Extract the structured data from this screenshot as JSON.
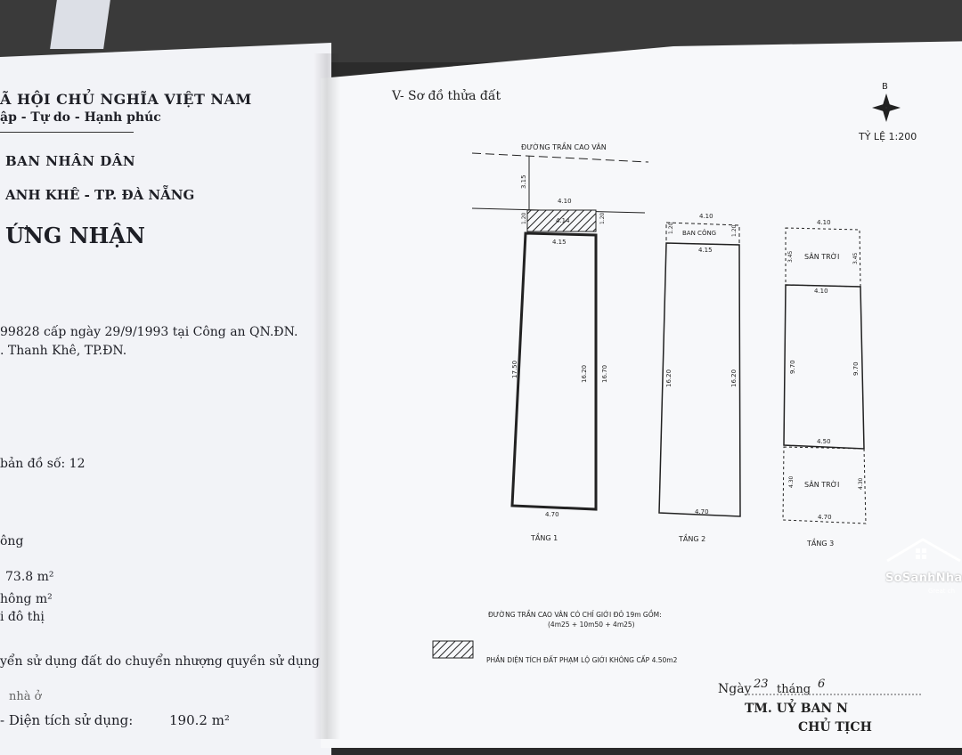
{
  "left_page": {
    "header_line1": "ã hội chủ nghĩa việt nam",
    "header_line2": "ập - Tự do - Hạnh phúc",
    "committee": "BAN NHÂN DÂN",
    "district": "ANH KHÊ - TP. ĐÀ NẴNG",
    "certificate": "ỨNG NHẬN",
    "id_line": "99828 cấp ngày 29/9/1993 tại Công an QN.ĐN.",
    "address_line": ". Thanh Khê, TP.ĐN.",
    "map_sheet": "bản đồ số:  12",
    "ong": "ông",
    "area_value": "73.8 m²",
    "khong": "hông  m²",
    "urban": "i đô thị",
    "transfer": "yển sử dụng đất do chuyển nhượng quyền sử dụng đất.",
    "line_nha": "nhà ở",
    "usable_label": "- Diện tích sử dụng:",
    "usable_value": "190.2   m²"
  },
  "plan": {
    "title": "V- Sơ đồ thửa đất",
    "north": "B",
    "scale": "TỶ LỆ 1:200",
    "street": "ĐƯỜNG TRẦN CAO VÂN",
    "balcony": "BAN CÔNG",
    "terrace": "SÂN TRỜI",
    "floors": [
      "TẦNG 1",
      "TẦNG 2",
      "TẦNG 3"
    ],
    "dims": {
      "d315": "3.15",
      "d410": "4.10",
      "d414": "4.14",
      "d415": "4.15",
      "d120": "1.20",
      "d1750": "17.50",
      "d1620": "16.20",
      "d1670": "16.70",
      "d470": "4.70",
      "d345": "3.45",
      "d970": "9.70",
      "d450": "4.50",
      "d430": "4.30"
    },
    "note_line1": "ĐƯỜNG TRẦN CAO VÂN CÓ CHỈ GIỚI ĐỎ 19m GỒM:",
    "note_line2": "(4m25 + 10m50 + 4m25)",
    "legend": "PHẦN DIỆN TÍCH ĐẤT PHẠM LỘ GIỚI KHÔNG CẤP 4.50m2",
    "date_ngay": "Ngày",
    "date_thang": "tháng",
    "date_day": "23",
    "date_month": "6",
    "signer1": "TM. UỶ BAN N",
    "signer2": "CHỦ TỊCH"
  },
  "watermark": {
    "brand": "SoSanhNha",
    "sub": "Great ch"
  }
}
